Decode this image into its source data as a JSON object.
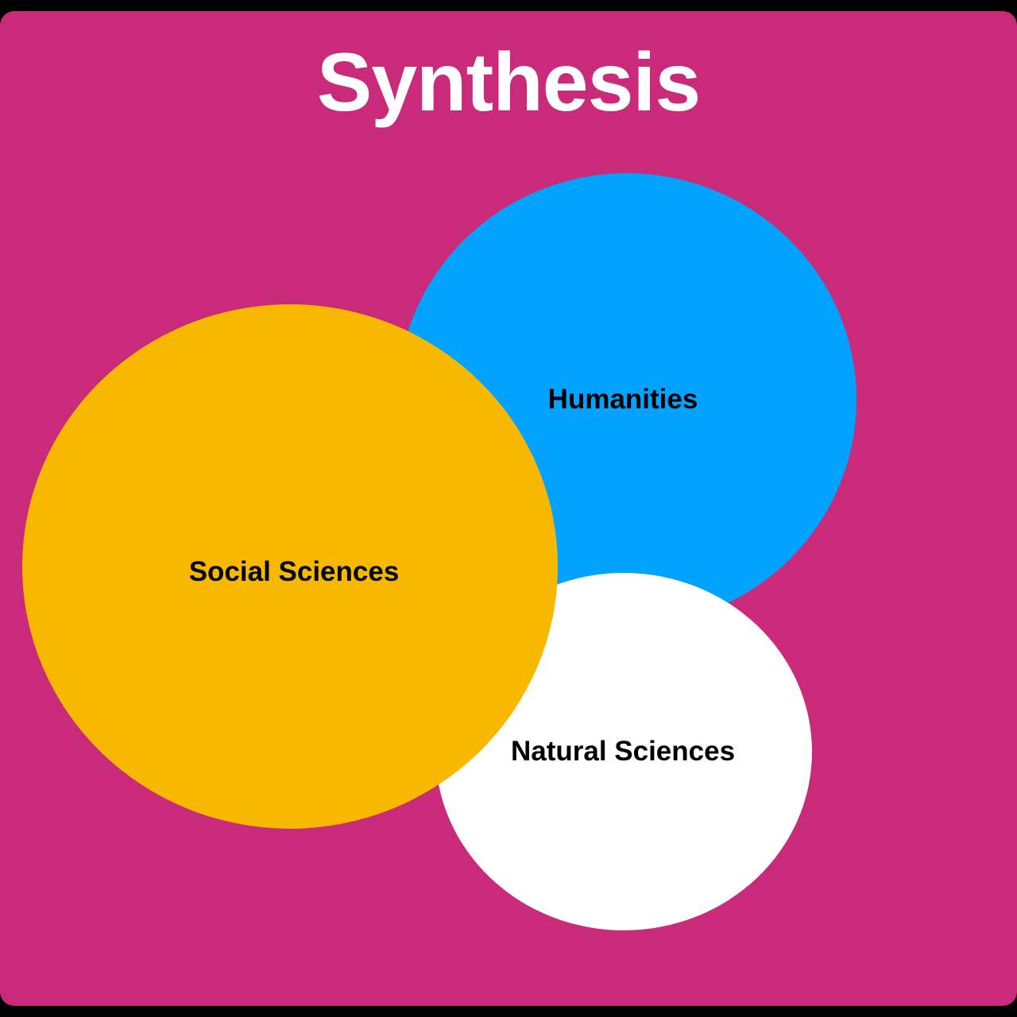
{
  "title": "Synthesis",
  "colors": {
    "background": "#CA2A7A",
    "frame": "#000000",
    "title_text": "#FFFFFF",
    "label_text": "#000000"
  },
  "circles": [
    {
      "label": "Humanities",
      "color": "#02A2FF"
    },
    {
      "label": "Natural Sciences",
      "color": "#FFFFFF"
    },
    {
      "label": "Social Sciences",
      "color": "#F8B800"
    }
  ]
}
